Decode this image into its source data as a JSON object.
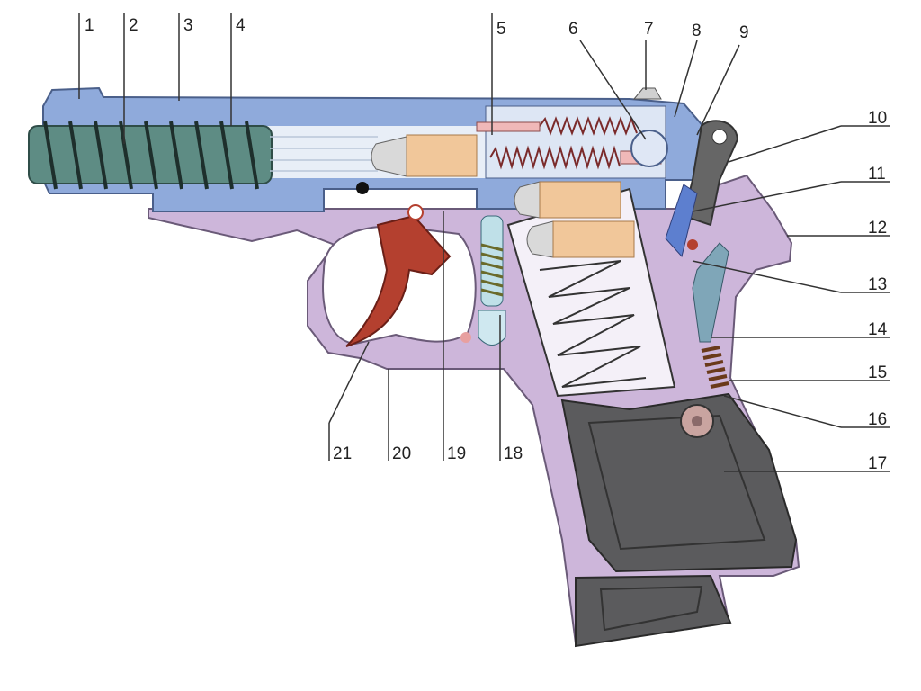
{
  "diagram": {
    "labels": {
      "l1": "1",
      "l2": "2",
      "l3": "3",
      "l4": "4",
      "l5": "5",
      "l6": "6",
      "l7": "7",
      "l8": "8",
      "l9": "9",
      "l10": "10",
      "l11": "11",
      "l12": "12",
      "l13": "13",
      "l14": "14",
      "l15": "15",
      "l16": "16",
      "l17": "17",
      "l18": "18",
      "l19": "19",
      "l20": "20",
      "l21": "21"
    },
    "colors": {
      "slide": "#8faadb",
      "frame": "#cdb6da",
      "barrel": "#5e8c84",
      "grip": "#5b5b5d",
      "trigger": "#b4402f",
      "cartridge": "#f1c79a",
      "bullet": "#d9d9d9"
    }
  }
}
